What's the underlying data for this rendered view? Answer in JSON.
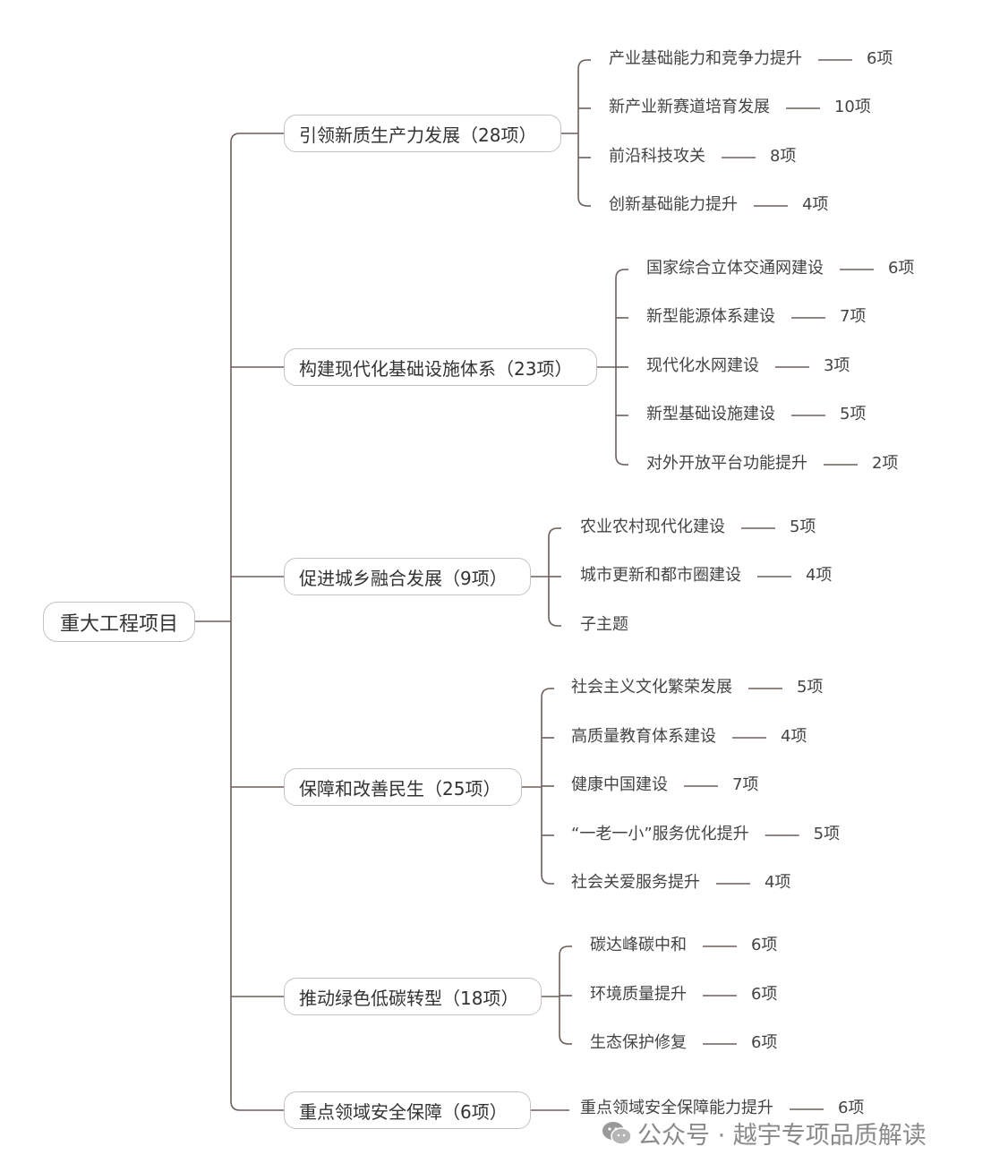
{
  "root": "重大工程项目",
  "branches": [
    {
      "label": "引领新质生产力发展（28项）",
      "items": [
        {
          "label": "产业基础能力和竞争力提升",
          "count": "6项"
        },
        {
          "label": "新产业新赛道培育发展",
          "count": "10项"
        },
        {
          "label": "前沿科技攻关",
          "count": "8项"
        },
        {
          "label": "创新基础能力提升",
          "count": "4项"
        }
      ]
    },
    {
      "label": "构建现代化基础设施体系（23项）",
      "items": [
        {
          "label": "国家综合立体交通网建设",
          "count": "6项"
        },
        {
          "label": "新型能源体系建设",
          "count": "7项"
        },
        {
          "label": "现代化水网建设",
          "count": "3项"
        },
        {
          "label": "新型基础设施建设",
          "count": "5项"
        },
        {
          "label": "对外开放平台功能提升",
          "count": "2项"
        }
      ]
    },
    {
      "label": "促进城乡融合发展（9项）",
      "items": [
        {
          "label": "农业农村现代化建设",
          "count": "5项"
        },
        {
          "label": "城市更新和都市圈建设",
          "count": "4项"
        },
        {
          "label": "子主题",
          "count": ""
        }
      ]
    },
    {
      "label": "保障和改善民生（25项）",
      "items": [
        {
          "label": "社会主义文化繁荣发展",
          "count": "5项"
        },
        {
          "label": "高质量教育体系建设",
          "count": "4项"
        },
        {
          "label": "健康中国建设",
          "count": "7项"
        },
        {
          "label": "“一老一小”服务优化提升",
          "count": "5项"
        },
        {
          "label": "社会关爱服务提升",
          "count": "4项"
        }
      ]
    },
    {
      "label": "推动绿色低碳转型（18项）",
      "items": [
        {
          "label": "碳达峰碳中和",
          "count": "6项"
        },
        {
          "label": "环境质量提升",
          "count": "6项"
        },
        {
          "label": "生态保护修复",
          "count": "6项"
        }
      ]
    },
    {
      "label": "重点领域安全保障（6项）",
      "items": [
        {
          "label": "重点领域安全保障能力提升",
          "count": "6项"
        }
      ]
    }
  ],
  "watermark": "公众号 · 越宇专项品质解读",
  "colors": {
    "line": "#6e5f5c",
    "border": "#c9c1bf",
    "text": "#3a3a3a"
  }
}
